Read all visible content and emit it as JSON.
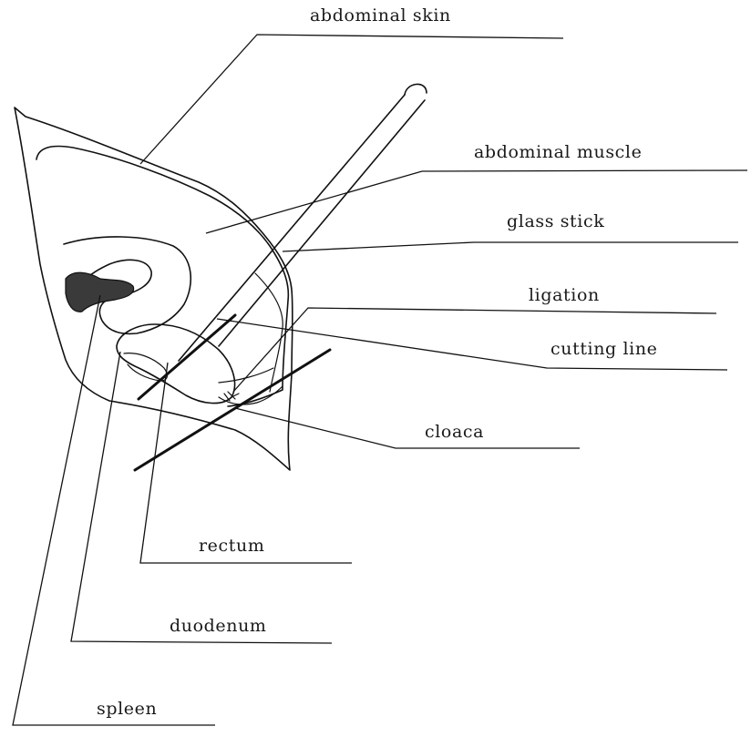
{
  "labels": {
    "abdominal_skin": "abdominal skin",
    "abdominal_muscle": "abdominal muscle",
    "glass_stick": "glass stick",
    "ligation": "ligation",
    "cutting_line": "cutting line",
    "cloaca": "cloaca",
    "rectum": "rectum",
    "duodenum": "duodenum",
    "spleen": "spleen"
  }
}
